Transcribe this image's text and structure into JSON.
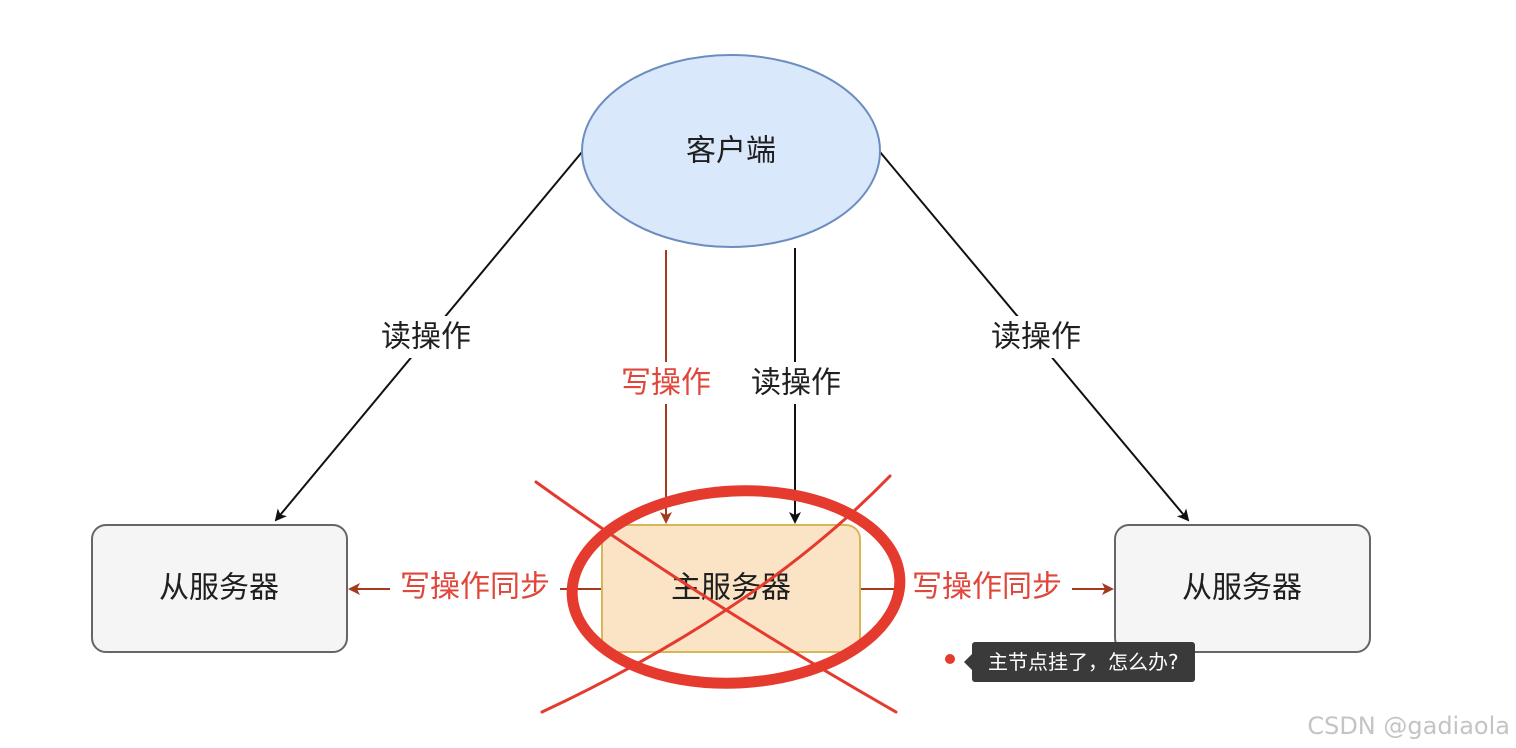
{
  "nodes": {
    "client": "客户端",
    "master": "主服务器",
    "slave_left": "从服务器",
    "slave_right": "从服务器"
  },
  "edges": {
    "read_left": "读操作",
    "read_right": "读操作",
    "read_center": "读操作",
    "write_center": "写操作",
    "sync_left": "写操作同步",
    "sync_right": "写操作同步"
  },
  "annotation": {
    "tooltip": "主节点挂了，怎么办?"
  },
  "watermark": "CSDN @gadiaola",
  "colors": {
    "client_fill": "#dae8fc",
    "client_stroke": "#6c8ebf",
    "master_fill": "#fbe4c6",
    "master_stroke": "#d6b656",
    "slave_fill": "#f5f5f5",
    "slave_stroke": "#666666",
    "write_red": "#e0463a",
    "sync_arrow": "#a5391c",
    "cross_red": "#e53a2e"
  }
}
